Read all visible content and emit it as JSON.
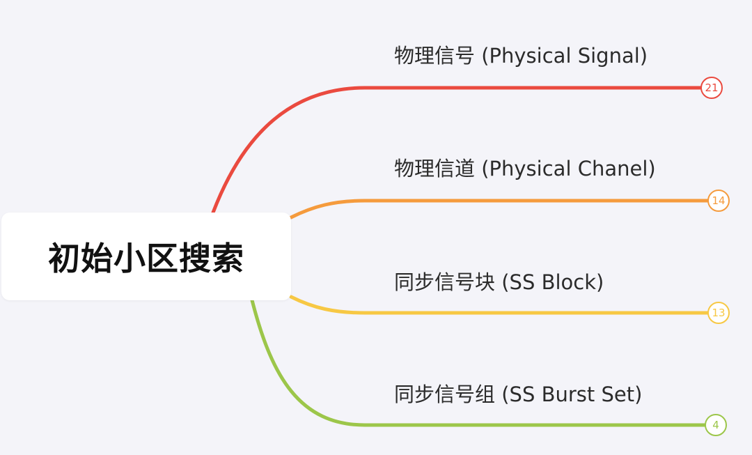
{
  "root": {
    "label": "初始小区搜索"
  },
  "branches": [
    {
      "label": "物理信号 (Physical Signal)",
      "count": "21",
      "color": "#ea4a3f"
    },
    {
      "label": "物理信道 (Physical Chanel)",
      "count": "14",
      "color": "#f59b3d"
    },
    {
      "label": "同步信号块 (SS Block)",
      "count": "13",
      "color": "#f7c844"
    },
    {
      "label": "同步信号组 (SS Burst Set)",
      "count": "4",
      "color": "#9cc64a"
    }
  ]
}
